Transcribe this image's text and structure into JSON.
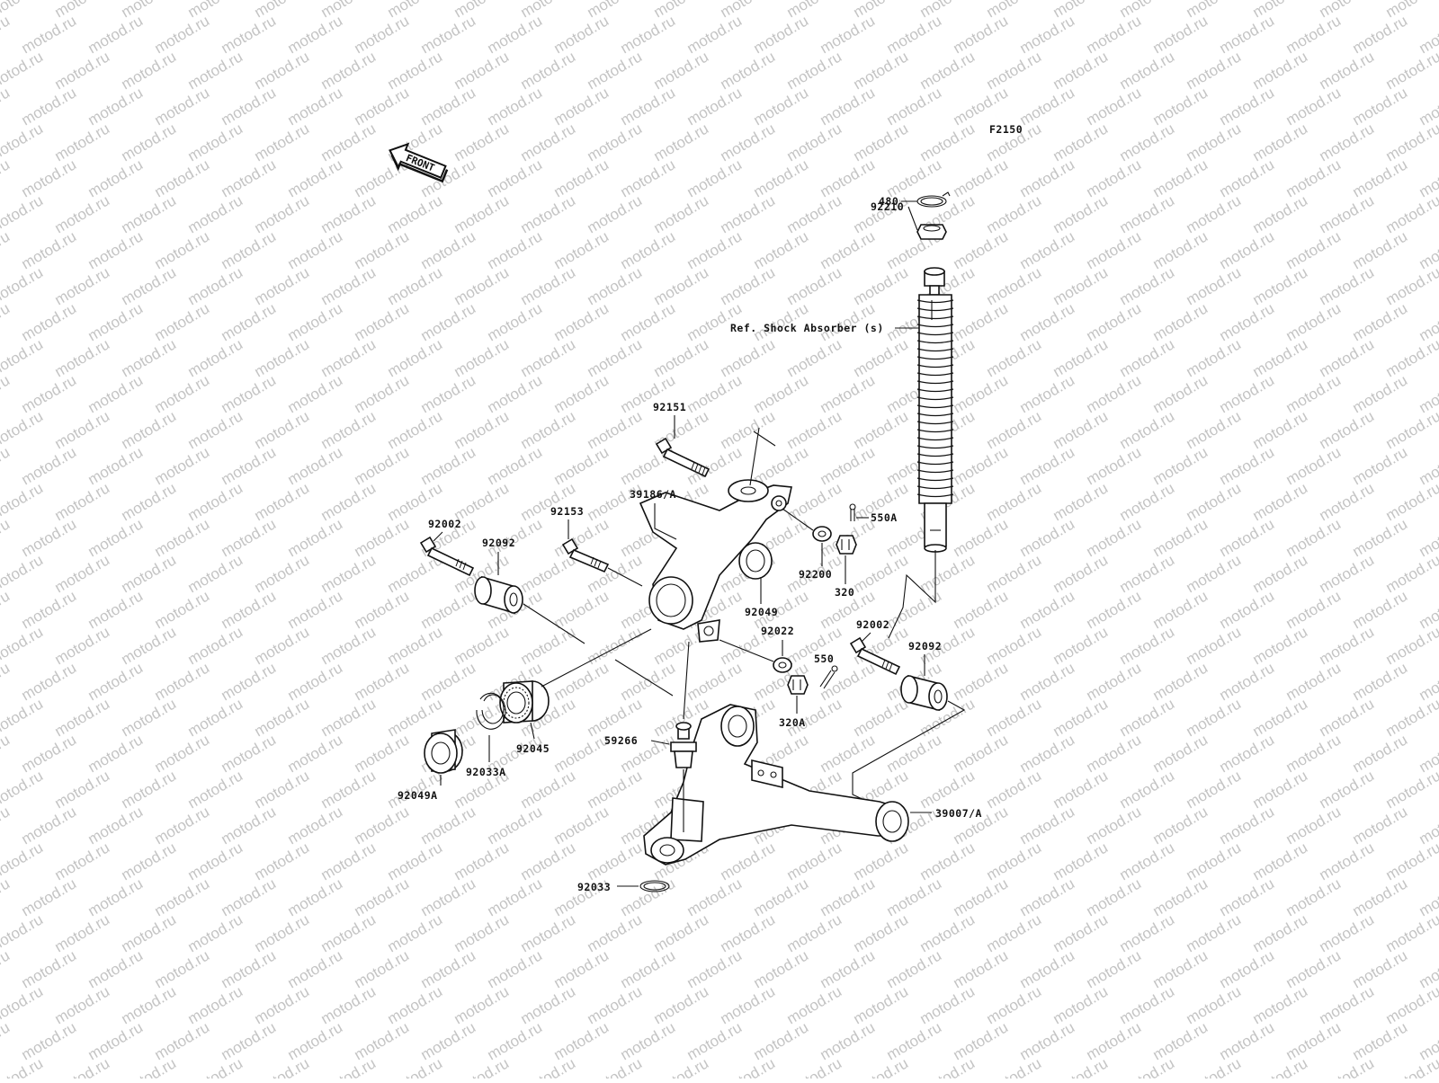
{
  "watermark": "motod.ru",
  "figure_code": "F2150",
  "front_label": "FRONT",
  "ref_label": "Ref. Shock Absorber (s)",
  "parts": {
    "p480": "480",
    "p92210": "92210",
    "p92151": "92151",
    "p39186A": "39186/A",
    "p92153": "92153",
    "p92002_left": "92002",
    "p92092_left": "92092",
    "p550A": "550A",
    "p92200": "92200",
    "p320": "320",
    "p92049": "92049",
    "p92022": "92022",
    "p92002_right": "92002",
    "p92092_right": "92092",
    "p550": "550",
    "p320A": "320A",
    "p59266": "59266",
    "p92045": "92045",
    "p92033A": "92033A",
    "p92049A": "92049A",
    "p39007A": "39007/A",
    "p92033": "92033"
  }
}
